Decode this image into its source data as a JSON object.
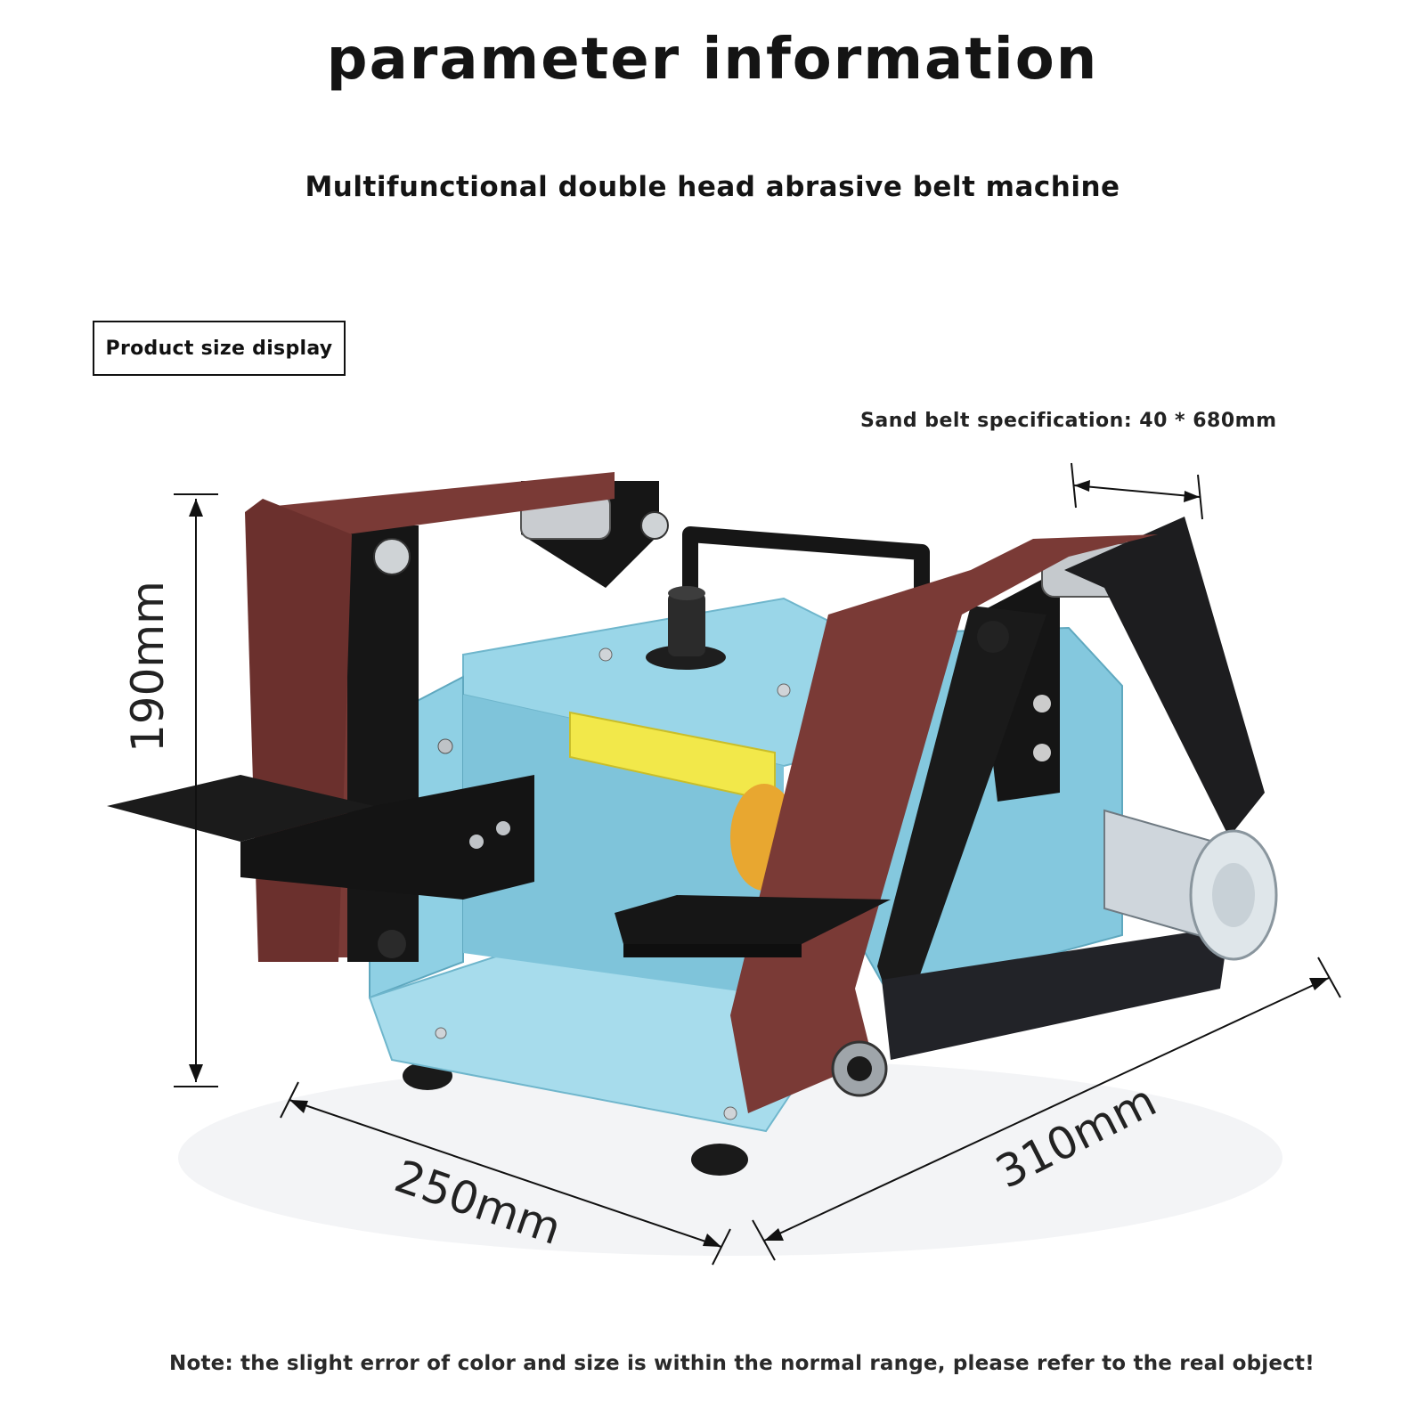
{
  "header": {
    "title": "parameter information",
    "subtitle": "Multifunctional double head abrasive belt machine"
  },
  "product_size_label": "Product size display",
  "belt_spec": "Sand belt specification: 40 * 680mm",
  "dimensions": {
    "height": "190mm",
    "depth": "250mm",
    "length": "310mm"
  },
  "note": "Note: the slight error of color and size is within the normal range, please refer to the real object!",
  "colors": {
    "body": "#8fd0e4",
    "belt": "#7a3a36",
    "metal_black": "#151515",
    "motor_yellow": "#f2e84a"
  }
}
